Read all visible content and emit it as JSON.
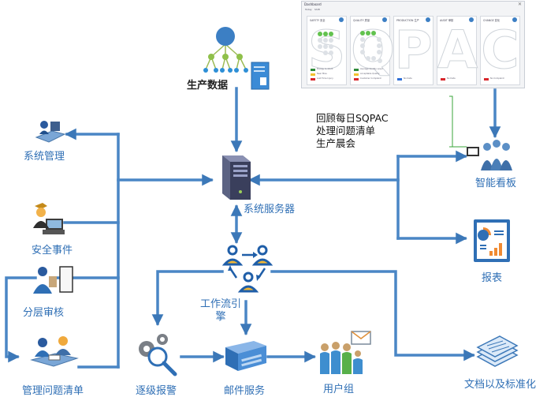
{
  "dashboard": {
    "title": "Dashboard",
    "tabs": [
      "Today",
      "Shift"
    ],
    "close_glyph": "✕",
    "cards": [
      {
        "title": "SAFETY 安全",
        "letter": "S",
        "legend": [
          {
            "color": "#2e8b3a",
            "text": "Energy Incident"
          },
          {
            "color": "#f2c230",
            "text": "Near Miss"
          },
          {
            "color": "#d8262b",
            "text": "Lost Time Injury"
          }
        ]
      },
      {
        "title": "QUALITY 质量",
        "letter": "Q",
        "legend": [
          {
            "color": "#2e8b3a",
            "text": "Average Quality Level"
          },
          {
            "color": "#f2c230",
            "text": "Acceptable Quality"
          },
          {
            "color": "#d8262b",
            "text": "Customer Complaint"
          }
        ]
      },
      {
        "title": "PRODUCTION 生产",
        "letter": "P",
        "legend": [
          {
            "color": "#2f6fd6",
            "text": "No Data"
          }
        ]
      },
      {
        "title": "AUDIT 审核",
        "letter": "A",
        "legend": [
          {
            "color": "#d8262b",
            "text": "No Data"
          }
        ]
      },
      {
        "title": "CHANGE 变化",
        "letter": "C",
        "legend": [
          {
            "color": "#d8262b",
            "text": "No Complaint"
          }
        ]
      }
    ]
  },
  "notes": [
    "回顾每日SQPAC",
    "处理问题清单",
    "生产晨会"
  ],
  "labels": {
    "production_data": "生产数据",
    "system_management": "系统管理",
    "security_event": "安全事件",
    "layered_audit": "分层审核",
    "issue_list_management": "管理问题清单",
    "system_server": "系统服务器",
    "smart_board": "智能看板",
    "report": "报表",
    "workflow_engine": "工作流引擎",
    "escalation_alarm": "逐级报警",
    "mail_service": "邮件服务",
    "user_group": "用户组",
    "doc_standardization": "文档以及标准化"
  },
  "colors": {
    "line": "#4a86c5",
    "arrow": "#3c78b8",
    "label": "#2f6fb5",
    "dashboard_link": "#3aa63a"
  }
}
